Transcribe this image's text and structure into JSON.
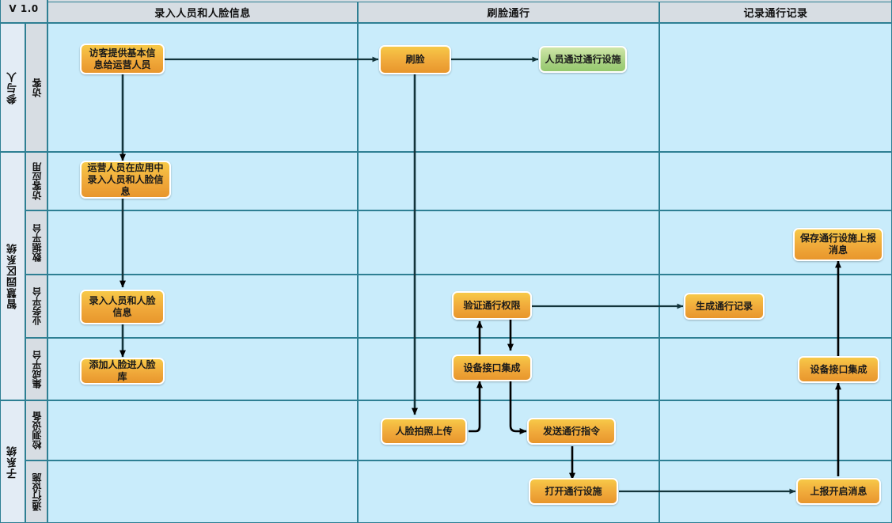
{
  "meta": {
    "version_label": "V 1.0"
  },
  "columns": [
    {
      "id": "col-entry",
      "label": "录入人员和人脸信息"
    },
    {
      "id": "col-pass",
      "label": "刷脸通行"
    },
    {
      "id": "col-record",
      "label": "记录通行记录"
    }
  ],
  "groups": [
    {
      "id": "grp-participant",
      "label": "参与人"
    },
    {
      "id": "grp-park-system",
      "label": "智慧园区系统"
    },
    {
      "id": "grp-subsystem",
      "label": "子系统"
    }
  ],
  "roles": [
    {
      "id": "role-visitor",
      "label": "访客"
    },
    {
      "id": "role-visitor-app",
      "label": "访客应用"
    },
    {
      "id": "role-data-plat",
      "label": "数据平台"
    },
    {
      "id": "role-biz-plat",
      "label": "业务平台"
    },
    {
      "id": "role-integ-plat",
      "label": "集成平台"
    },
    {
      "id": "role-detect-dev",
      "label": "检测设备"
    },
    {
      "id": "role-access-fac",
      "label": "通行设施"
    }
  ],
  "nodes": [
    {
      "id": "n-provide-info",
      "label": "访客提供基本信息给运营人员",
      "role": "role-visitor",
      "column": "col-entry",
      "style": "orange"
    },
    {
      "id": "n-face-scan",
      "label": "刷脸",
      "role": "role-visitor",
      "column": "col-pass",
      "style": "orange"
    },
    {
      "id": "n-person-pass",
      "label": "人员通过通行设施",
      "role": "role-visitor",
      "column": "col-pass",
      "style": "green"
    },
    {
      "id": "n-operator-entry",
      "label": "运营人员在应用中录入人员和人脸信息",
      "role": "role-visitor-app",
      "column": "col-entry",
      "style": "orange"
    },
    {
      "id": "n-save-report",
      "label": "保存通行设施上报消息",
      "role": "role-data-plat",
      "column": "col-record",
      "style": "orange"
    },
    {
      "id": "n-enter-info",
      "label": "录入人员和人脸信息",
      "role": "role-biz-plat",
      "column": "col-entry",
      "style": "orange"
    },
    {
      "id": "n-verify-auth",
      "label": "验证通行权限",
      "role": "role-biz-plat",
      "column": "col-pass",
      "style": "orange"
    },
    {
      "id": "n-gen-record",
      "label": "生成通行记录",
      "role": "role-biz-plat",
      "column": "col-record",
      "style": "orange"
    },
    {
      "id": "n-add-face-lib",
      "label": "添加人脸进人脸库",
      "role": "role-integ-plat",
      "column": "col-entry",
      "style": "orange"
    },
    {
      "id": "n-dev-api-1",
      "label": "设备接口集成",
      "role": "role-integ-plat",
      "column": "col-pass",
      "style": "orange"
    },
    {
      "id": "n-dev-api-2",
      "label": "设备接口集成",
      "role": "role-integ-plat",
      "column": "col-record",
      "style": "orange"
    },
    {
      "id": "n-face-upload",
      "label": "人脸拍照上传",
      "role": "role-detect-dev",
      "column": "col-pass",
      "style": "orange"
    },
    {
      "id": "n-send-cmd",
      "label": "发送通行指令",
      "role": "role-detect-dev",
      "column": "col-pass",
      "style": "orange"
    },
    {
      "id": "n-open-gate",
      "label": "打开通行设施",
      "role": "role-access-fac",
      "column": "col-pass",
      "style": "orange"
    },
    {
      "id": "n-report-open",
      "label": "上报开启消息",
      "role": "role-access-fac",
      "column": "col-record",
      "style": "orange"
    }
  ],
  "edges": [
    {
      "from": "n-provide-info",
      "to": "n-face-scan"
    },
    {
      "from": "n-face-scan",
      "to": "n-person-pass"
    },
    {
      "from": "n-provide-info",
      "to": "n-operator-entry"
    },
    {
      "from": "n-operator-entry",
      "to": "n-enter-info"
    },
    {
      "from": "n-enter-info",
      "to": "n-add-face-lib"
    },
    {
      "from": "n-face-scan",
      "to": "n-face-upload"
    },
    {
      "from": "n-face-upload",
      "to": "n-dev-api-1"
    },
    {
      "from": "n-dev-api-1",
      "to": "n-verify-auth"
    },
    {
      "from": "n-verify-auth",
      "to": "n-gen-record"
    },
    {
      "from": "n-verify-auth",
      "to": "n-dev-api-1"
    },
    {
      "from": "n-dev-api-1",
      "to": "n-send-cmd"
    },
    {
      "from": "n-send-cmd",
      "to": "n-open-gate"
    },
    {
      "from": "n-open-gate",
      "to": "n-report-open"
    },
    {
      "from": "n-report-open",
      "to": "n-dev-api-2"
    },
    {
      "from": "n-dev-api-2",
      "to": "n-save-report"
    }
  ],
  "colors": {
    "lane_background": "#c9ecfb",
    "header_background": "#d7dde3",
    "group_background": "#e3ecf5",
    "border": "#2e7f93",
    "node_orange": "#f0a93a",
    "node_green": "#a9d183",
    "connector": "#13343b"
  }
}
